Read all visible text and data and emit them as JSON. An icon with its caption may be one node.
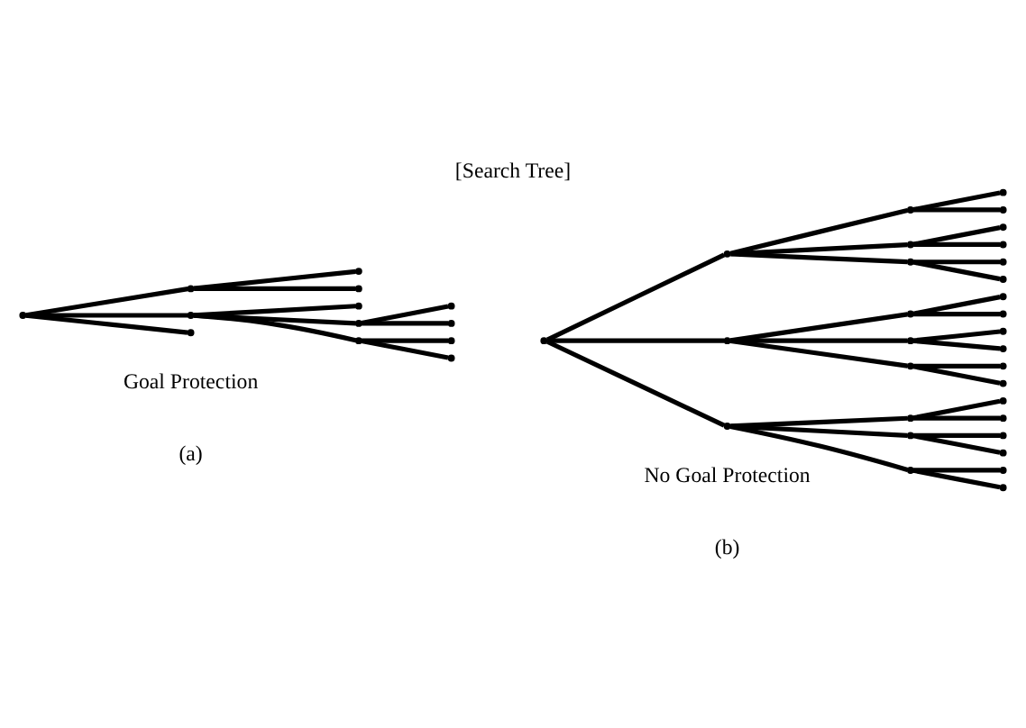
{
  "diagram": {
    "title": "[Search Tree]",
    "nodes": [
      {
        "text": [],
        "shape": "point"
      },
      {
        "text": [],
        "shape": "point"
      },
      {
        "text": [],
        "shape": "point"
      },
      {
        "text": [],
        "shape": "point"
      },
      {
        "text": [],
        "shape": "point"
      },
      {
        "text": [],
        "shape": "point"
      },
      {
        "text": [],
        "shape": "point"
      },
      {
        "text": [],
        "shape": "point"
      },
      {
        "text": [],
        "shape": "point"
      },
      {
        "text": [],
        "shape": "point"
      },
      {
        "text": [],
        "shape": "point"
      },
      {
        "text": [],
        "shape": "point"
      },
      {
        "text": [],
        "shape": "point"
      },
      {
        "text": [],
        "shape": "point"
      },
      {
        "text": [],
        "shape": "point"
      },
      {
        "text": [],
        "shape": "point"
      },
      {
        "text": [],
        "shape": "point"
      },
      {
        "text": [],
        "shape": "point"
      },
      {
        "text": [],
        "shape": "point"
      },
      {
        "text": [],
        "shape": "point"
      },
      {
        "text": [],
        "shape": "point"
      },
      {
        "text": [],
        "shape": "point"
      },
      {
        "text": [],
        "shape": "point"
      },
      {
        "text": [],
        "shape": "point"
      },
      {
        "text": [],
        "shape": "point"
      },
      {
        "text": [],
        "shape": "point"
      },
      {
        "text": [],
        "shape": "point"
      },
      {
        "text": [],
        "shape": "point"
      },
      {
        "text": [],
        "shape": "point"
      },
      {
        "text": [],
        "shape": "point"
      },
      {
        "text": [],
        "shape": "point"
      },
      {
        "text": [],
        "shape": "point"
      },
      {
        "text": [],
        "shape": "point"
      },
      {
        "text": [],
        "shape": "point"
      },
      {
        "text": [],
        "shape": "point"
      },
      {
        "text": [],
        "shape": "point"
      },
      {
        "text": [],
        "shape": "point"
      },
      {
        "text": [],
        "shape": "point"
      },
      {
        "text": [],
        "shape": "point"
      },
      {
        "text": [],
        "shape": "point"
      },
      {
        "text": [],
        "shape": "point"
      },
      {
        "text": [],
        "shape": "point"
      },
      {
        "text": [],
        "shape": "point"
      },
      {
        "text": [],
        "shape": "point"
      }
    ],
    "edges": [
      {
        "from": 0,
        "to": 1,
        "arrow": "none"
      },
      {
        "from": 0,
        "to": 2,
        "arrow": "none"
      },
      {
        "from": 0,
        "to": 3,
        "arrow": "none"
      },
      {
        "from": 1,
        "to": 4,
        "arrow": "none"
      },
      {
        "from": 1,
        "to": 5,
        "arrow": "none"
      },
      {
        "from": 2,
        "to": 6,
        "arrow": "none"
      },
      {
        "from": 2,
        "to": 7,
        "arrow": "none"
      },
      {
        "from": 2,
        "to": 8,
        "arrow": "none"
      },
      {
        "from": 7,
        "to": 9,
        "arrow": "none"
      },
      {
        "from": 7,
        "to": 10,
        "arrow": "none"
      },
      {
        "from": 8,
        "to": 11,
        "arrow": "none"
      },
      {
        "from": 8,
        "to": 12,
        "arrow": "none"
      },
      {
        "from": 13,
        "to": 14,
        "arrow": "none"
      },
      {
        "from": 13,
        "to": 15,
        "arrow": "none"
      },
      {
        "from": 13,
        "to": 16,
        "arrow": "none"
      },
      {
        "from": 14,
        "to": 17,
        "arrow": "none"
      },
      {
        "from": 14,
        "to": 18,
        "arrow": "none"
      },
      {
        "from": 14,
        "to": 19,
        "arrow": "none"
      },
      {
        "from": 15,
        "to": 20,
        "arrow": "none"
      },
      {
        "from": 15,
        "to": 21,
        "arrow": "none"
      },
      {
        "from": 15,
        "to": 22,
        "arrow": "none"
      },
      {
        "from": 16,
        "to": 23,
        "arrow": "none"
      },
      {
        "from": 16,
        "to": 24,
        "arrow": "none"
      },
      {
        "from": 16,
        "to": 25,
        "arrow": "none"
      },
      {
        "from": 17,
        "to": 26,
        "arrow": "none"
      },
      {
        "from": 17,
        "to": 27,
        "arrow": "none"
      },
      {
        "from": 18,
        "to": 28,
        "arrow": "none"
      },
      {
        "from": 18,
        "to": 29,
        "arrow": "none"
      },
      {
        "from": 19,
        "to": 30,
        "arrow": "none"
      },
      {
        "from": 19,
        "to": 31,
        "arrow": "none"
      },
      {
        "from": 20,
        "to": 32,
        "arrow": "none"
      },
      {
        "from": 20,
        "to": 33,
        "arrow": "none"
      },
      {
        "from": 21,
        "to": 34,
        "arrow": "none"
      },
      {
        "from": 21,
        "to": 35,
        "arrow": "none"
      },
      {
        "from": 22,
        "to": 36,
        "arrow": "none"
      },
      {
        "from": 22,
        "to": 37,
        "arrow": "none"
      },
      {
        "from": 23,
        "to": 38,
        "arrow": "none"
      },
      {
        "from": 23,
        "to": 39,
        "arrow": "none"
      },
      {
        "from": 24,
        "to": 40,
        "arrow": "none"
      },
      {
        "from": 24,
        "to": 41,
        "arrow": "none"
      },
      {
        "from": 25,
        "to": 42,
        "arrow": "none"
      },
      {
        "from": 25,
        "to": 43,
        "arrow": "none"
      }
    ],
    "labels": [
      "Goal Protection",
      "No Goal Protection",
      "(a)",
      "(b)"
    ]
  }
}
